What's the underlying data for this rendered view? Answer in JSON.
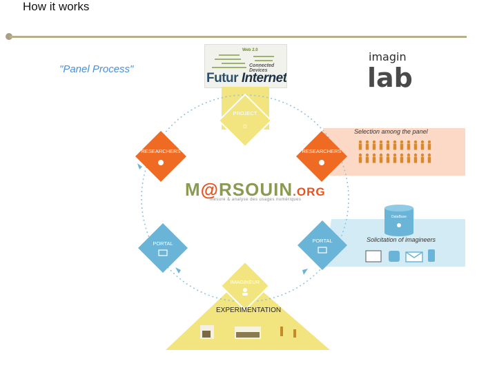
{
  "slide": {
    "title": "How it works",
    "panel_label": "\"Panel Process\""
  },
  "logos": {
    "imagin": "imagin",
    "lab": "lab",
    "futur": "Futur",
    "internet": "Internet",
    "connected": "Connected Devices",
    "web20": "Web 2.0",
    "marsouin_m": "M",
    "marsouin_at": "@",
    "marsouin_rest": "RSOUIN",
    "marsouin_org": ".ORG",
    "marsouin_sub": "mesure & analyse des usages numériques"
  },
  "nodes": {
    "project": "PROJECT",
    "researchers_left": "RESEARCHERS",
    "researchers_right": "RESEARCHERS",
    "portal_left": "PORTAL",
    "portal_right": "PORTAL",
    "imagineur": "IMAGINEUR"
  },
  "callouts": {
    "selection": "Selection among the panel",
    "solicitation": "Solicitation of imagineers",
    "experimentation": "EXPERIMENTATION",
    "database": "DataBase"
  },
  "colors": {
    "orange": "#ef6a22",
    "blue": "#6ab4d8",
    "yellow": "#f2e57f",
    "peach": "#fbd9c6",
    "light_blue": "#d3ebf5",
    "figure": "#d9882a"
  }
}
